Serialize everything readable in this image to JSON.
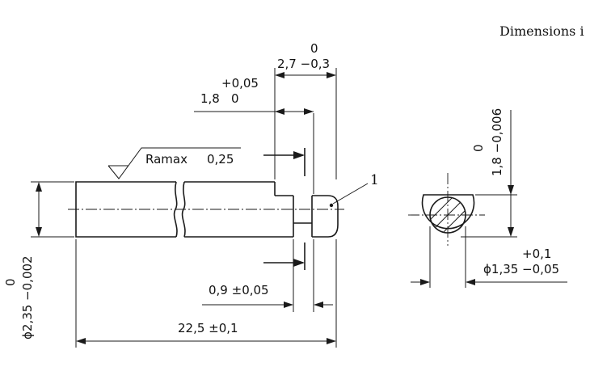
{
  "header": {
    "text": "Dimensions i"
  },
  "surface_finish": {
    "label": "Ramax",
    "value": "0,25"
  },
  "dimensions": {
    "len_2_7": {
      "upper": "0",
      "main": "2,7 −0,3"
    },
    "len_1_8": {
      "upper": "+0,05",
      "main": "1,8",
      "lower": "0"
    },
    "groove_0_9": {
      "main": "0,9 ±0,05"
    },
    "length_22_5": {
      "main": "22,5 ±0,1"
    },
    "diameter_2_35": {
      "upper": "0",
      "main": "ϕ2,35 −0,002"
    },
    "height_1_8": {
      "upper": "0",
      "main": "1,8 −0,006"
    },
    "diameter_1_35": {
      "upper": "+0,1",
      "main": "ϕ1,35 −0,05"
    }
  },
  "callout": {
    "label": "1"
  }
}
